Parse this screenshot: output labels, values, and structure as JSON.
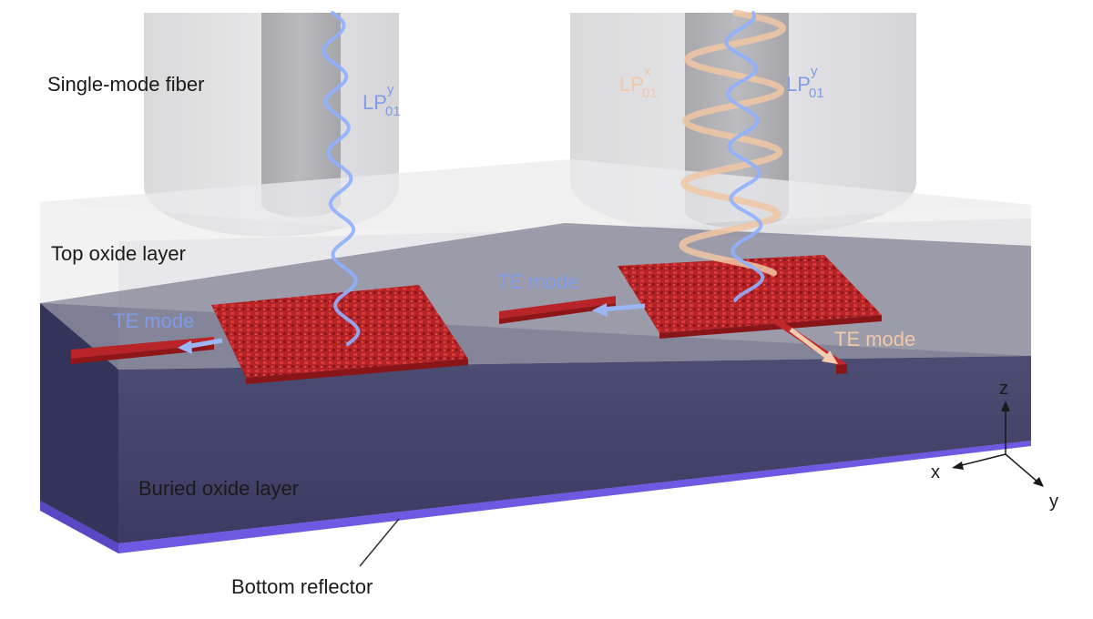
{
  "labels": {
    "single_mode_fiber": "Single-mode fiber",
    "top_oxide_layer": "Top oxide layer",
    "buried_oxide_layer": "Buried oxide layer",
    "bottom_reflector": "Bottom reflector",
    "te_mode_left": "TE mode",
    "te_mode_right_top": "TE mode",
    "te_mode_right_bottom": "TE mode"
  },
  "fiber_modes": {
    "left": {
      "base": "LP",
      "sup": "y",
      "sub": "01"
    },
    "right_x": {
      "base": "LP",
      "sup": "x",
      "sub": "01"
    },
    "right_y": {
      "base": "LP",
      "sup": "y",
      "sub": "01"
    }
  },
  "axes": {
    "z": "z",
    "x": "x",
    "y": "y"
  },
  "colors": {
    "y_polarization": "#7f9be8",
    "x_polarization": "#f1c9a8",
    "coupler": "#c0282a",
    "buried_oxide": "#3d3d66",
    "reflector": "#6655dd"
  }
}
